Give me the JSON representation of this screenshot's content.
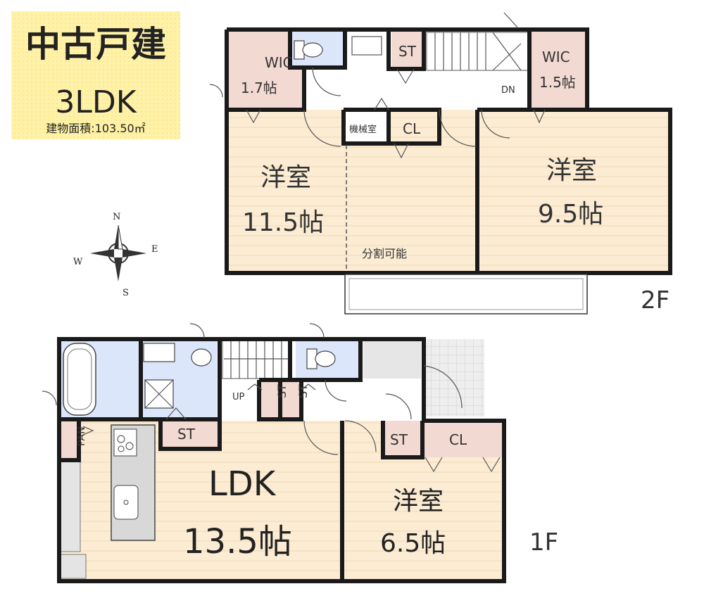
{
  "badge": {
    "title": "中古戸建",
    "layout": "3LDK",
    "area": "建物面積:103.50㎡",
    "bg_color": "#fff2a8"
  },
  "compass": {
    "n": "N",
    "e": "E",
    "s": "S",
    "w": "W"
  },
  "floor2": {
    "label": "2F",
    "wic_left": {
      "name": "WIC",
      "size": "1.7帖"
    },
    "wic_right": {
      "name": "WIC",
      "size": "1.5帖"
    },
    "st": "ST",
    "dn": "DN",
    "machine_room": "機械室",
    "cl": "CL",
    "room_left": {
      "name": "洋室",
      "size": "11.5帖"
    },
    "room_right": {
      "name": "洋室",
      "size": "9.5帖"
    },
    "split_note": "分割可能"
  },
  "floor1": {
    "label": "1F",
    "pan": "PAN",
    "up": "UP",
    "st_a": "ST",
    "st_b": "ST",
    "st_c": "ST",
    "st_d": "ST",
    "cl": "CL",
    "ldk": {
      "name": "LDK",
      "size": "13.5帖"
    },
    "room": {
      "name": "洋室",
      "size": "6.5帖"
    }
  },
  "colors": {
    "wood": "#fbecd3",
    "closet": "#f2d9d1",
    "wet": "#dce6fb",
    "wall": "#1a1a1a"
  }
}
